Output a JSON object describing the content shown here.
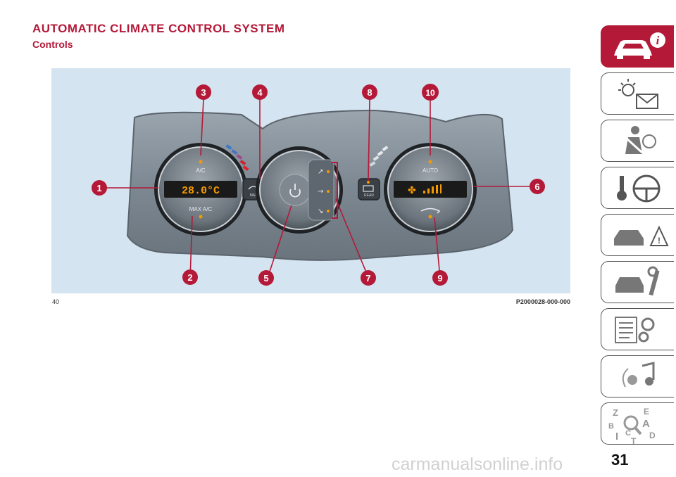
{
  "header": {
    "title": "AUTOMATIC CLIMATE CONTROL SYSTEM",
    "subtitle": "Controls"
  },
  "figure": {
    "number": "40",
    "code": "P2000028-000-000",
    "callouts": [
      "1",
      "2",
      "3",
      "4",
      "5",
      "6",
      "7",
      "8",
      "9",
      "10"
    ],
    "left_knob": {
      "top_label": "A/C",
      "bottom_label": "MAX A/C",
      "max_prefix": "MAX",
      "display": "28.0°C"
    },
    "right_knob": {
      "top_label": "AUTO"
    },
    "button_labels": {
      "max_defrost": "MAX",
      "rear_defrost": "REAR"
    },
    "colors": {
      "accent": "#b41938",
      "callout": "#b41938",
      "display": "#f59a00",
      "background": "#d5e4f1"
    }
  },
  "sidebar": {
    "tabs": [
      {
        "icon": "car-info-icon",
        "active": true
      },
      {
        "icon": "lights-message-icon",
        "active": false
      },
      {
        "icon": "seat-belt-airbag-icon",
        "active": false
      },
      {
        "icon": "key-steering-wheel-icon",
        "active": false
      },
      {
        "icon": "car-crash-warning-icon",
        "active": false
      },
      {
        "icon": "car-wrench-icon",
        "active": false
      },
      {
        "icon": "specs-gears-icon",
        "active": false
      },
      {
        "icon": "music-note-icon",
        "active": false
      },
      {
        "icon": "index-search-icon",
        "active": false
      }
    ],
    "index_letters": [
      "Z",
      "E",
      "B",
      "A",
      "I",
      "C",
      "T",
      "D"
    ]
  },
  "page": {
    "number": "31"
  },
  "watermark": "carmanualsonline.info"
}
